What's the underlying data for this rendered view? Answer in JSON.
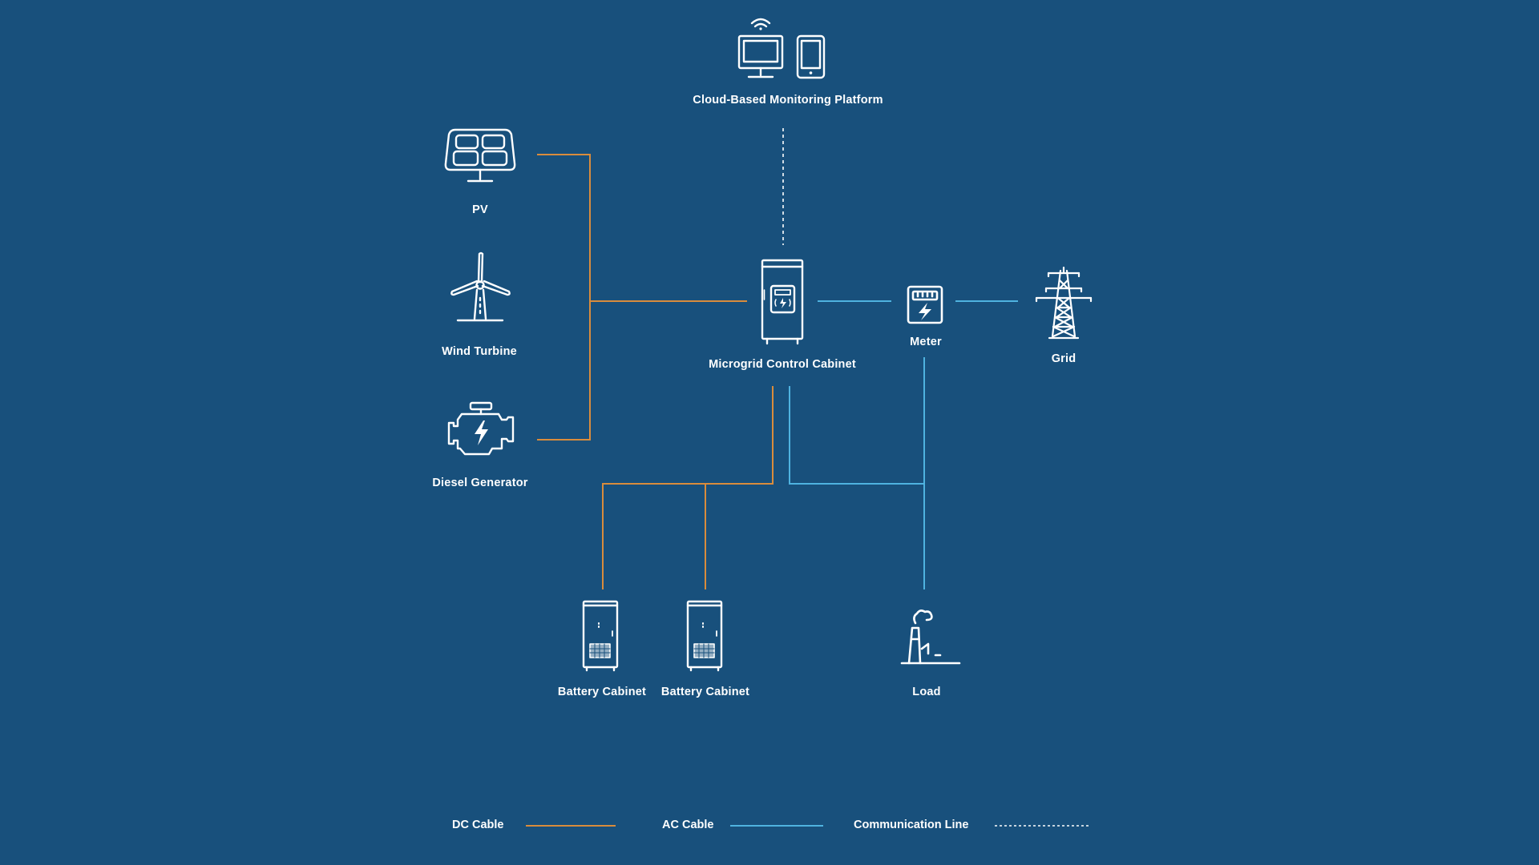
{
  "colors": {
    "background": "#18507c",
    "dc_cable": "#d98c3c",
    "ac_cable": "#4fb3e0",
    "communication_line": "#ffffff",
    "icon_stroke": "#ffffff"
  },
  "nodes": {
    "cloud": {
      "label": "Cloud-Based Monitoring Platform",
      "icon": "monitor-and-phone-icon"
    },
    "pv": {
      "label": "PV",
      "icon": "solar-panel-icon"
    },
    "wind": {
      "label": "Wind Turbine",
      "icon": "wind-turbine-icon"
    },
    "diesel": {
      "label": "Diesel Generator",
      "icon": "diesel-engine-icon"
    },
    "cabinet": {
      "label": "Microgrid Control Cabinet",
      "icon": "control-cabinet-icon"
    },
    "meter": {
      "label": "Meter",
      "icon": "electric-meter-icon"
    },
    "grid": {
      "label": "Grid",
      "icon": "transmission-tower-icon"
    },
    "battery1": {
      "label": "Battery Cabinet",
      "icon": "battery-cabinet-icon"
    },
    "battery2": {
      "label": "Battery Cabinet",
      "icon": "battery-cabinet-icon"
    },
    "load": {
      "label": "Load",
      "icon": "factory-icon"
    }
  },
  "connections": [
    {
      "from": "PV",
      "to": "Microgrid Control Cabinet",
      "type": "DC Cable"
    },
    {
      "from": "Wind Turbine",
      "to": "Microgrid Control Cabinet",
      "type": "DC Cable"
    },
    {
      "from": "Diesel Generator",
      "to": "Microgrid Control Cabinet",
      "type": "DC Cable"
    },
    {
      "from": "Microgrid Control Cabinet",
      "to": "Battery Cabinet",
      "type": "DC Cable"
    },
    {
      "from": "Microgrid Control Cabinet",
      "to": "Battery Cabinet",
      "type": "DC Cable"
    },
    {
      "from": "Microgrid Control Cabinet",
      "to": "Meter",
      "type": "AC Cable"
    },
    {
      "from": "Meter",
      "to": "Grid",
      "type": "AC Cable"
    },
    {
      "from": "Microgrid Control Cabinet",
      "to": "Load",
      "type": "AC Cable"
    },
    {
      "from": "Meter",
      "to": "Load",
      "type": "AC Cable"
    },
    {
      "from": "Cloud-Based Monitoring Platform",
      "to": "Microgrid Control Cabinet",
      "type": "Communication Line"
    }
  ],
  "legend": {
    "dc": "DC Cable",
    "ac": "AC Cable",
    "comm": "Communication Line"
  }
}
